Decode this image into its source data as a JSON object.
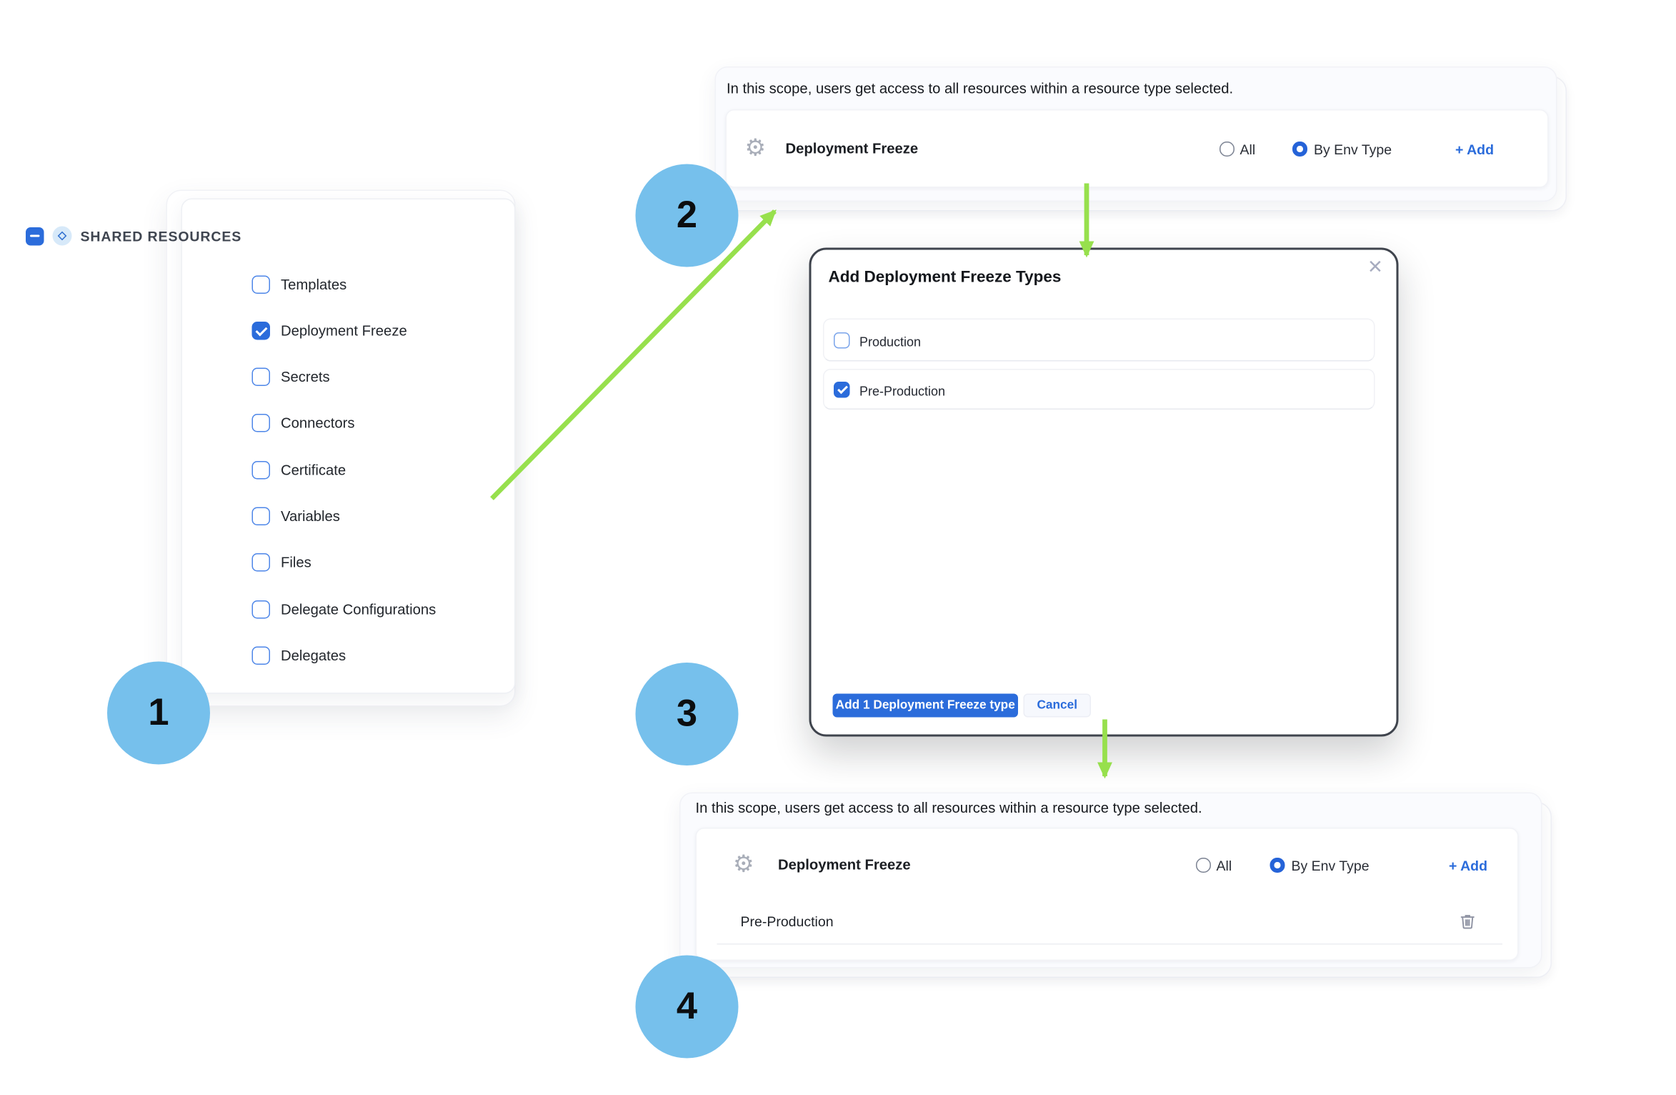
{
  "colors": {
    "accent_blue": "#2b6cdb",
    "selected_radio_blue": "#2563d8",
    "step_circle_blue": "#76c0ec",
    "arrow_green": "#97e04d",
    "modal_border_gray": "#3f444d",
    "icon_gray": "#a9aeb9"
  },
  "step_badges": [
    "1",
    "2",
    "3",
    "4"
  ],
  "resource_tree": {
    "header": "SHARED RESOURCES",
    "items": [
      {
        "label": "Templates",
        "checked": false
      },
      {
        "label": "Deployment Freeze",
        "checked": true
      },
      {
        "label": "Secrets",
        "checked": false
      },
      {
        "label": "Connectors",
        "checked": false
      },
      {
        "label": "Certificate",
        "checked": false
      },
      {
        "label": "Variables",
        "checked": false
      },
      {
        "label": "Files",
        "checked": false
      },
      {
        "label": "Delegate Configurations",
        "checked": false
      },
      {
        "label": "Delegates",
        "checked": false
      }
    ]
  },
  "scope_panel_top": {
    "description": "In this scope, users get access to all resources within a resource type selected.",
    "resource_name": "Deployment Freeze",
    "option_all": "All",
    "option_by_env": "By Env Type",
    "selected_option": "By Env Type",
    "add_label": "+ Add"
  },
  "modal": {
    "title": "Add Deployment Freeze Types",
    "close_icon": "×",
    "options": [
      {
        "label": "Production",
        "checked": false
      },
      {
        "label": "Pre-Production",
        "checked": true
      }
    ],
    "primary_button": "Add 1 Deployment Freeze type",
    "secondary_button": "Cancel"
  },
  "scope_panel_bottom": {
    "description": "In this scope, users get access to all resources within a resource type selected.",
    "resource_name": "Deployment Freeze",
    "option_all": "All",
    "option_by_env": "By Env Type",
    "selected_option": "By Env Type",
    "add_label": "+ Add",
    "entries": [
      {
        "label": "Pre-Production"
      }
    ]
  }
}
